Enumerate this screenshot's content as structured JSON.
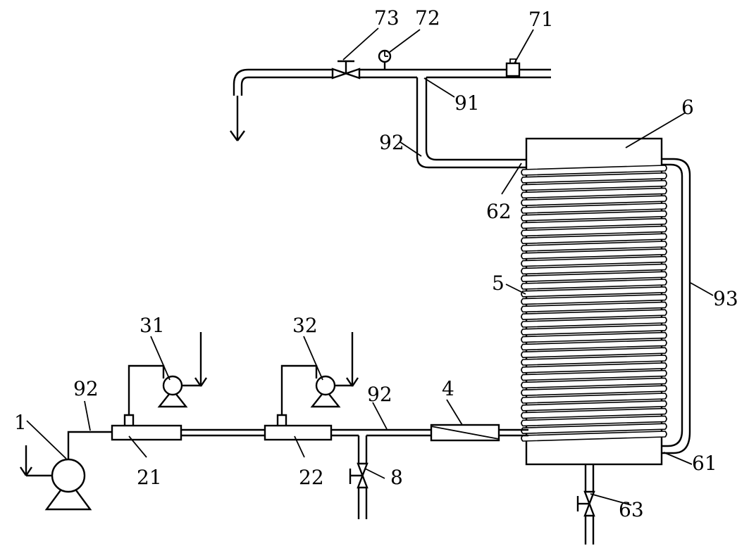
{
  "labels": {
    "pump_main": "1",
    "mixer_1": "21",
    "mixer_2": "22",
    "dosing_pump_1": "31",
    "dosing_pump_2": "32",
    "static_mixer": "4",
    "coil": "5",
    "reactor": "6",
    "reactor_bottom_port": "61",
    "reactor_top_port": "62",
    "bottom_valve": "63",
    "device_71": "71",
    "gauge": "72",
    "top_valve": "73",
    "drain_valve": "8",
    "pipe_91": "91",
    "pipe_92_top": "92",
    "pipe_92_left": "92",
    "pipe_92_mid": "92",
    "pipe_93": "93"
  }
}
